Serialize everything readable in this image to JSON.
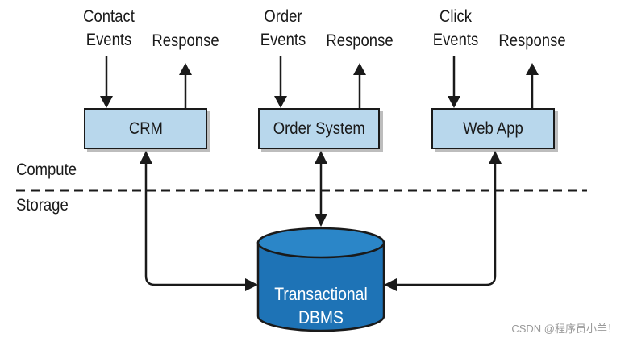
{
  "inputs": [
    {
      "line1": "Contact",
      "line2": "Events"
    },
    {
      "line1": "Order",
      "line2": "Events"
    },
    {
      "line1": "Click",
      "line2": "Events"
    }
  ],
  "responses": [
    "Response",
    "Response",
    "Response"
  ],
  "systems": [
    "CRM",
    "Order System",
    "Web App"
  ],
  "layers": {
    "compute": "Compute",
    "storage": "Storage"
  },
  "database": {
    "line1": "Transactional",
    "line2": "DBMS"
  },
  "watermark": "CSDN @程序员小羊！",
  "colors": {
    "box_fill": "#b8d7ec",
    "db_fill": "#1e73b6",
    "db_top": "#2b86c8"
  }
}
